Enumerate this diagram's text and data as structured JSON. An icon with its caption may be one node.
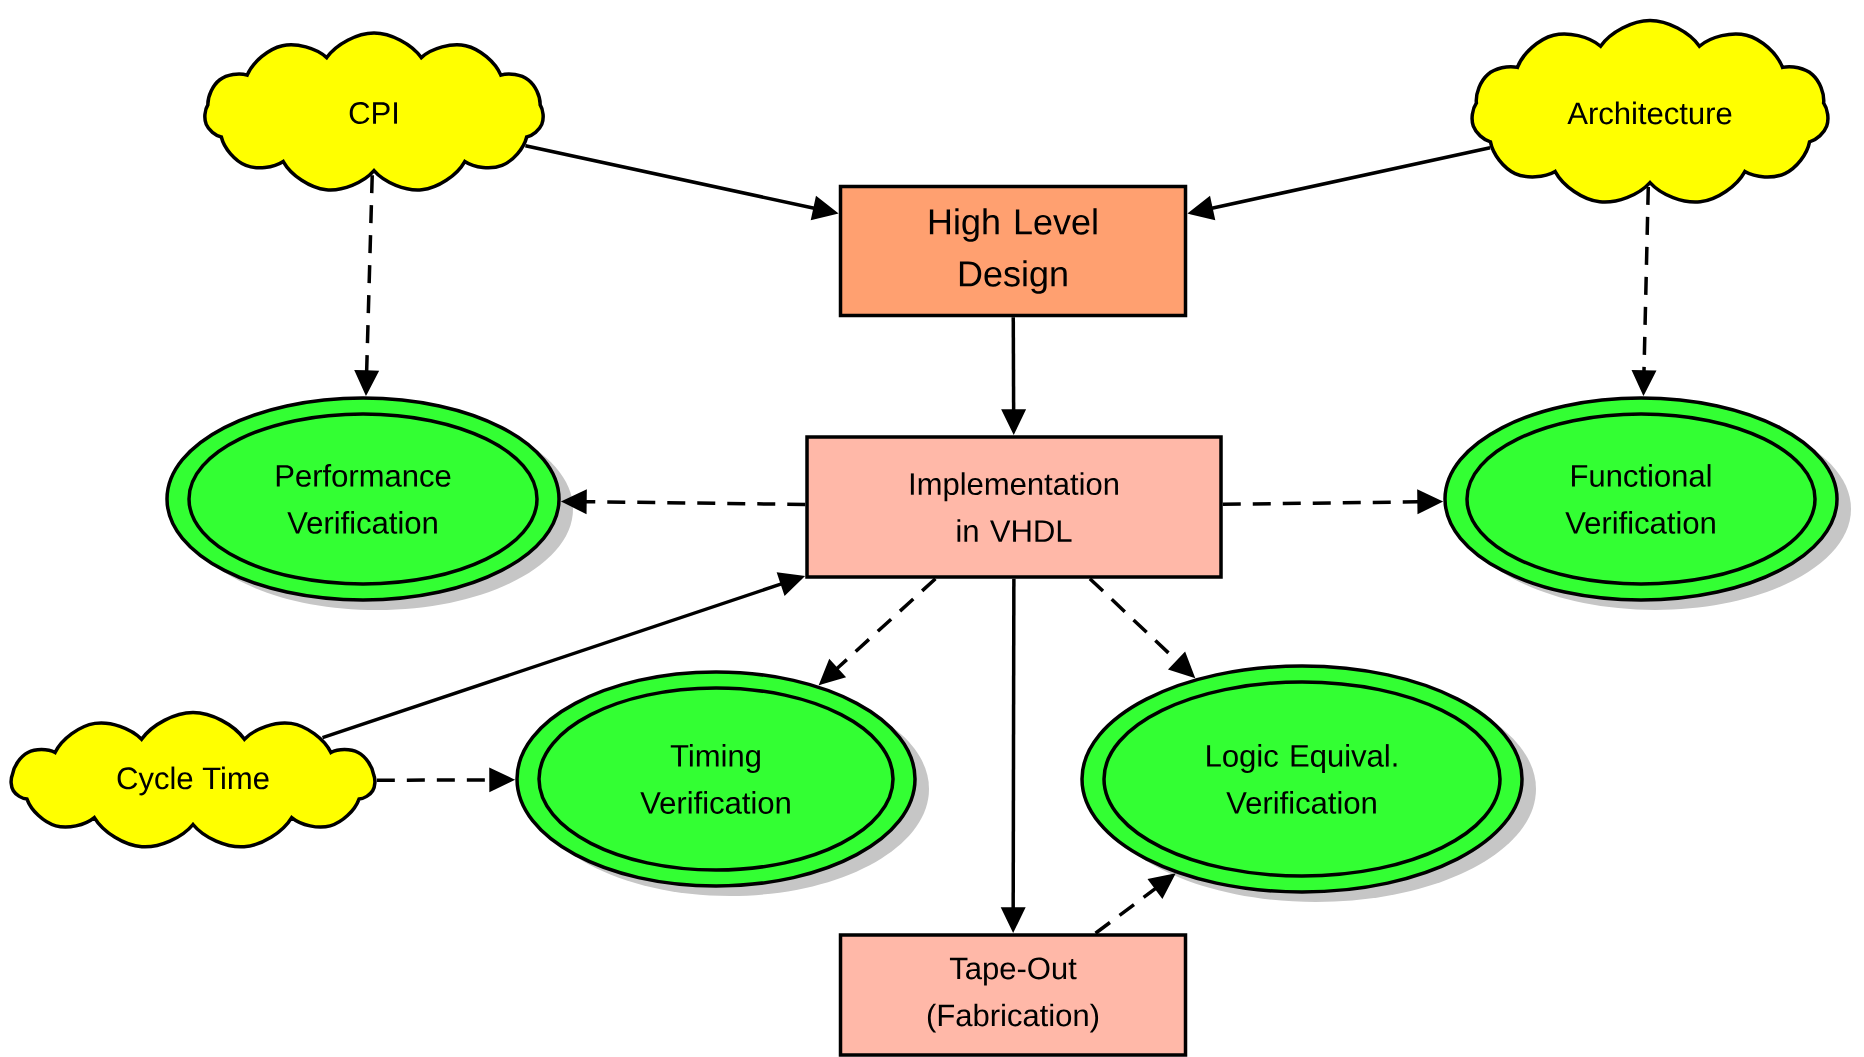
{
  "diagram": {
    "nodes": [
      {
        "text": [
          "CPI"
        ]
      },
      {
        "text": [
          "Architecture"
        ]
      },
      {
        "text": [
          "High Level Design"
        ]
      },
      {
        "text": [
          "Implementation in VHDL"
        ]
      },
      {
        "text": [
          "Performance Verification"
        ]
      },
      {
        "text": [
          "Functional Verification"
        ]
      },
      {
        "text": [
          "Cycle Time"
        ]
      },
      {
        "text": [
          "Timing Verification"
        ]
      },
      {
        "text": [
          "Logic Equival. Verification"
        ]
      },
      {
        "text": [
          "Tape-Out (Fabrication)"
        ]
      }
    ],
    "edges": [
      {
        "from": 0,
        "to": 2,
        "arrow": "to"
      },
      {
        "from": 1,
        "to": 2,
        "arrow": "to"
      },
      {
        "from": 0,
        "to": 4,
        "arrow": "to",
        "style": "dashed"
      },
      {
        "from": 1,
        "to": 5,
        "arrow": "to",
        "style": "dashed"
      },
      {
        "from": 2,
        "to": 3,
        "arrow": "to"
      },
      {
        "from": 3,
        "to": 4,
        "arrow": "to",
        "style": "dashed"
      },
      {
        "from": 3,
        "to": 5,
        "arrow": "to",
        "style": "dashed"
      },
      {
        "from": 6,
        "to": 3,
        "arrow": "to"
      },
      {
        "from": 3,
        "to": 7,
        "arrow": "to",
        "style": "dashed"
      },
      {
        "from": 3,
        "to": 8,
        "arrow": "to",
        "style": "dashed"
      },
      {
        "from": 6,
        "to": 7,
        "arrow": "to",
        "style": "dashed"
      },
      {
        "from": 3,
        "to": 9,
        "arrow": "to"
      },
      {
        "from": 9,
        "to": 8,
        "arrow": "to",
        "style": "dashed"
      }
    ]
  }
}
